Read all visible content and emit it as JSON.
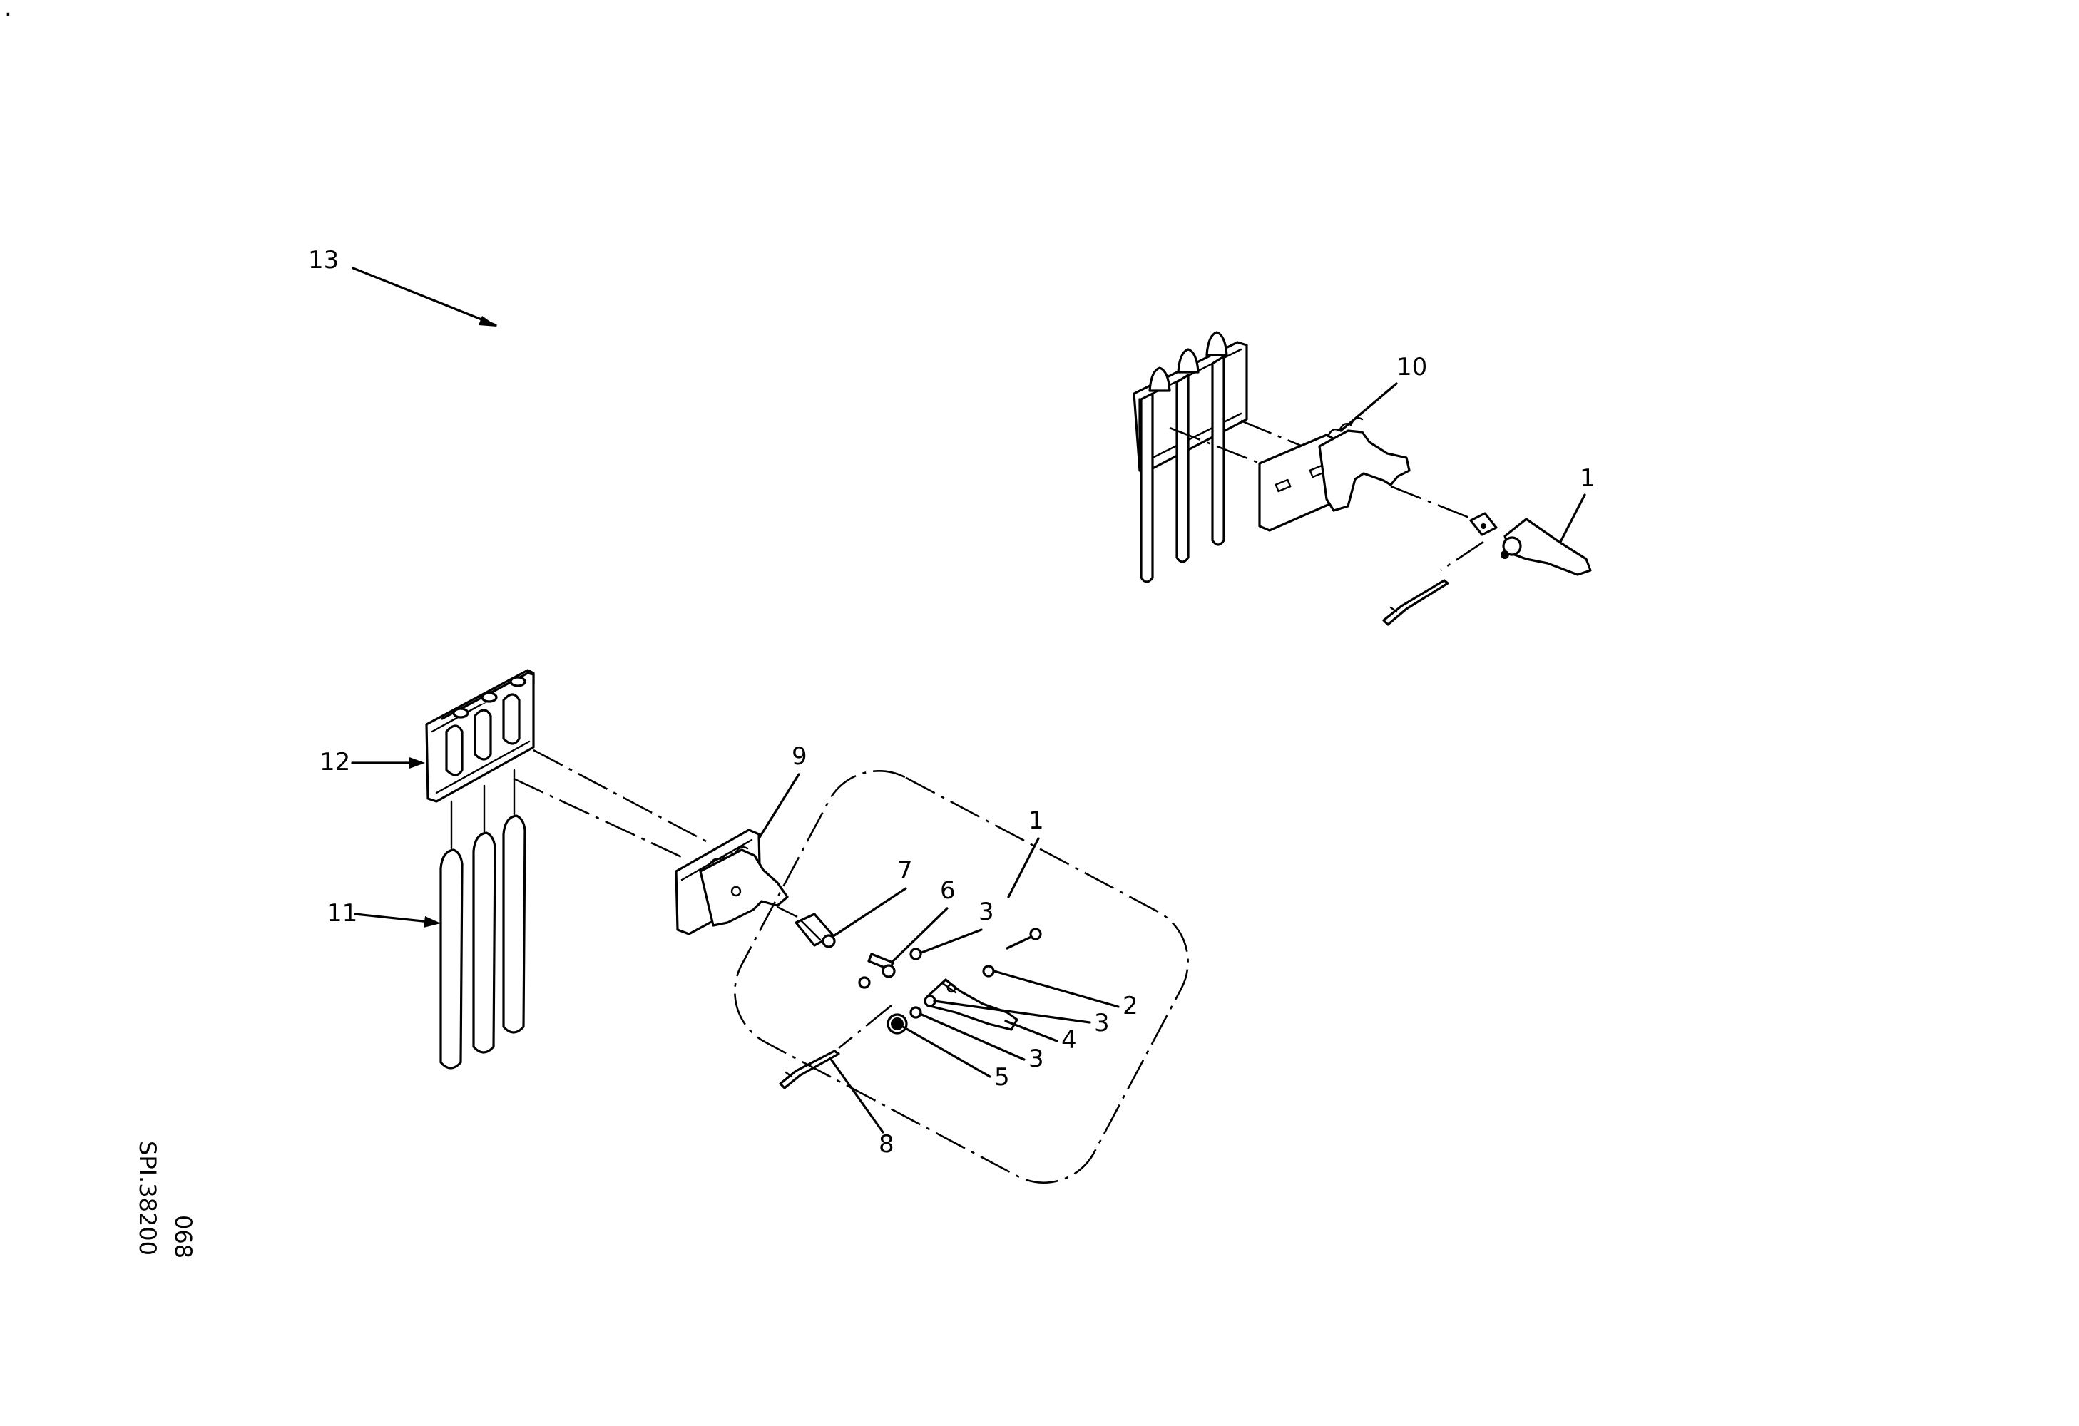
{
  "figure": {
    "dot": ".",
    "labels": {
      "l1_top": "1",
      "l10": "10",
      "l13": "13",
      "l12": "12",
      "l11": "11",
      "l9": "9",
      "l1_detail": "1",
      "l7": "7",
      "l6": "6",
      "l3_a": "3",
      "l2": "2",
      "l3_b": "3",
      "l4": "4",
      "l3_c": "3",
      "l5": "5",
      "l8": "8"
    },
    "drawing_code": {
      "line1": "SPI.38200",
      "line2": "068"
    }
  }
}
